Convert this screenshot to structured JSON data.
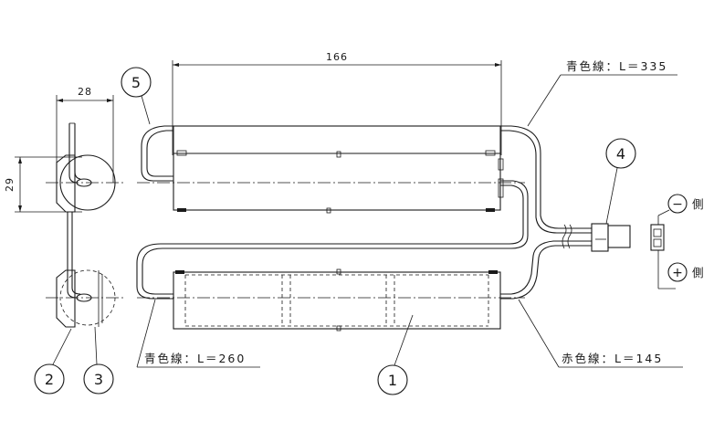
{
  "dimensions": {
    "width_166": "166",
    "width_28": "28",
    "height_29": "29"
  },
  "wire_labels": {
    "blue_335": "青色線：L＝335",
    "blue_260": "青色線：L＝260",
    "red_145": "赤色線：L＝145"
  },
  "callouts": {
    "c1": "1",
    "c2": "2",
    "c3": "3",
    "c4": "4",
    "c5": "5"
  },
  "polarity": {
    "minus_symbol": "−",
    "minus_side": "側",
    "plus_symbol": "+",
    "plus_side": "側"
  }
}
